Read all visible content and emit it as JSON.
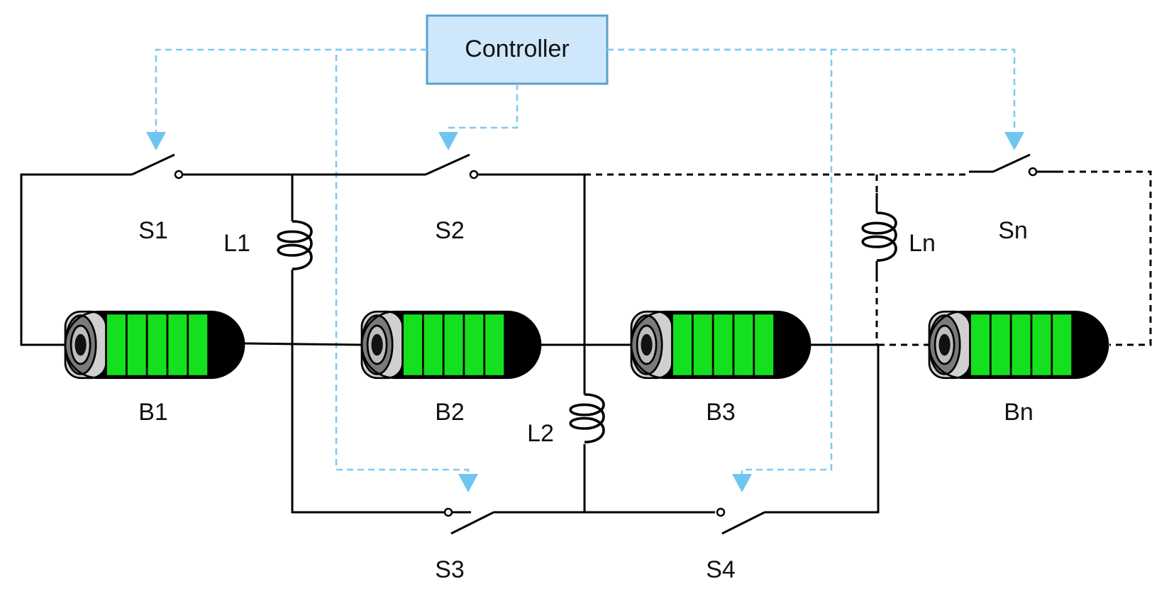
{
  "controller": {
    "label": "Controller"
  },
  "switches": {
    "s1": "S1",
    "s2": "S2",
    "s3": "S3",
    "s4": "S4",
    "sn": "Sn"
  },
  "inductors": {
    "l1": "L1",
    "l2": "L2",
    "ln": "Ln"
  },
  "batteries": {
    "b1": "B1",
    "b2": "B2",
    "b3": "B3",
    "bn": "Bn"
  },
  "colors": {
    "control_line": "#7ecbf1",
    "controller_fill": "#cfe7fa",
    "controller_border": "#5d9fd0",
    "battery_cell": "#15e020"
  }
}
